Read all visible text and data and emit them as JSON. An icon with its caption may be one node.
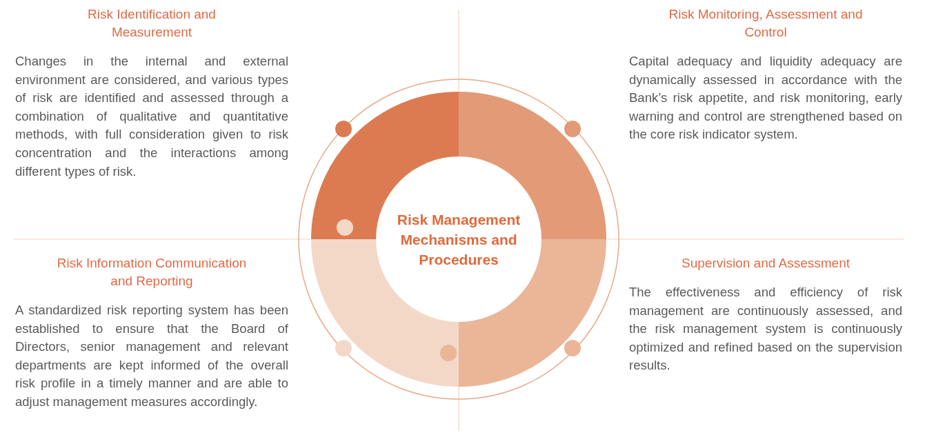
{
  "diagram": {
    "nodes": [
      {
        "text": [
          "Risk Identification and Measurement",
          "Changes in the internal and external environment are considered, and various types of risk are identified and assessed through a combination of qualitative and quantitative methods, with full consideration given to risk concentration and the interactions among different types of risk."
        ]
      },
      {
        "text": [
          "Risk Monitoring, Assessment and Control",
          "Capital adequacy and liquidity adequacy are dynamically assessed in accordance with the Bank’s risk appetite, and risk monitoring, early warning and control are strengthened based on the core risk indicator system."
        ]
      },
      {
        "text": [
          "Risk Management Mechanisms and Procedures"
        ]
      },
      {
        "text": [
          "Risk Information Communication and Reporting",
          "A standardized risk reporting system has been established to ensure that the Board of Directors, senior management and relevant departments are kept informed of the overall risk profile in a timely manner and are able to adjust management measures accordingly."
        ]
      },
      {
        "text": [
          "Supervision and Assessment",
          "The effectiveness and efficiency of risk management are continuously assessed, and the risk management system is continuously optimized and refined based on the supervision results."
        ]
      }
    ]
  }
}
